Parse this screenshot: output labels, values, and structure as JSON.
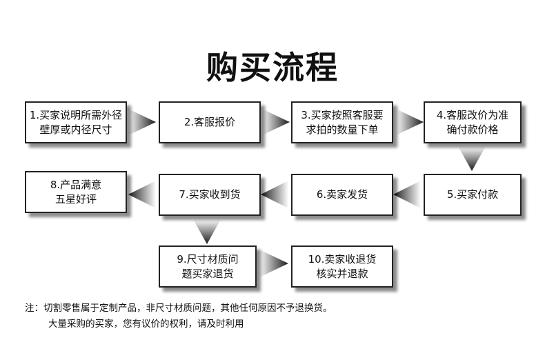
{
  "title": "购买流程",
  "steps": [
    {
      "id": 1,
      "label": "1.买家说明所需外径\n壁厚或内径尺寸"
    },
    {
      "id": 2,
      "label": "2.客服报价"
    },
    {
      "id": 3,
      "label": "3.买家按照客服要\n求拍的数量下单"
    },
    {
      "id": 4,
      "label": "4.客服改价为准\n确付款价格"
    },
    {
      "id": 5,
      "label": "5.买家付款"
    },
    {
      "id": 6,
      "label": "6.卖家发货"
    },
    {
      "id": 7,
      "label": "7.买家收到货"
    },
    {
      "id": 8,
      "label": "8.产品满意\n五星好评"
    },
    {
      "id": 9,
      "label": "9.尺寸材质问\n题买家退货"
    },
    {
      "id": 10,
      "label": "10.卖家收退货\n核实并退款"
    }
  ],
  "note": {
    "line1": "注：切割零售属于定制产品，非尺寸材质问题，其他任何原因不予退换货。",
    "line2": "大量采购的买家，您有议价的权利，请及时利用"
  }
}
